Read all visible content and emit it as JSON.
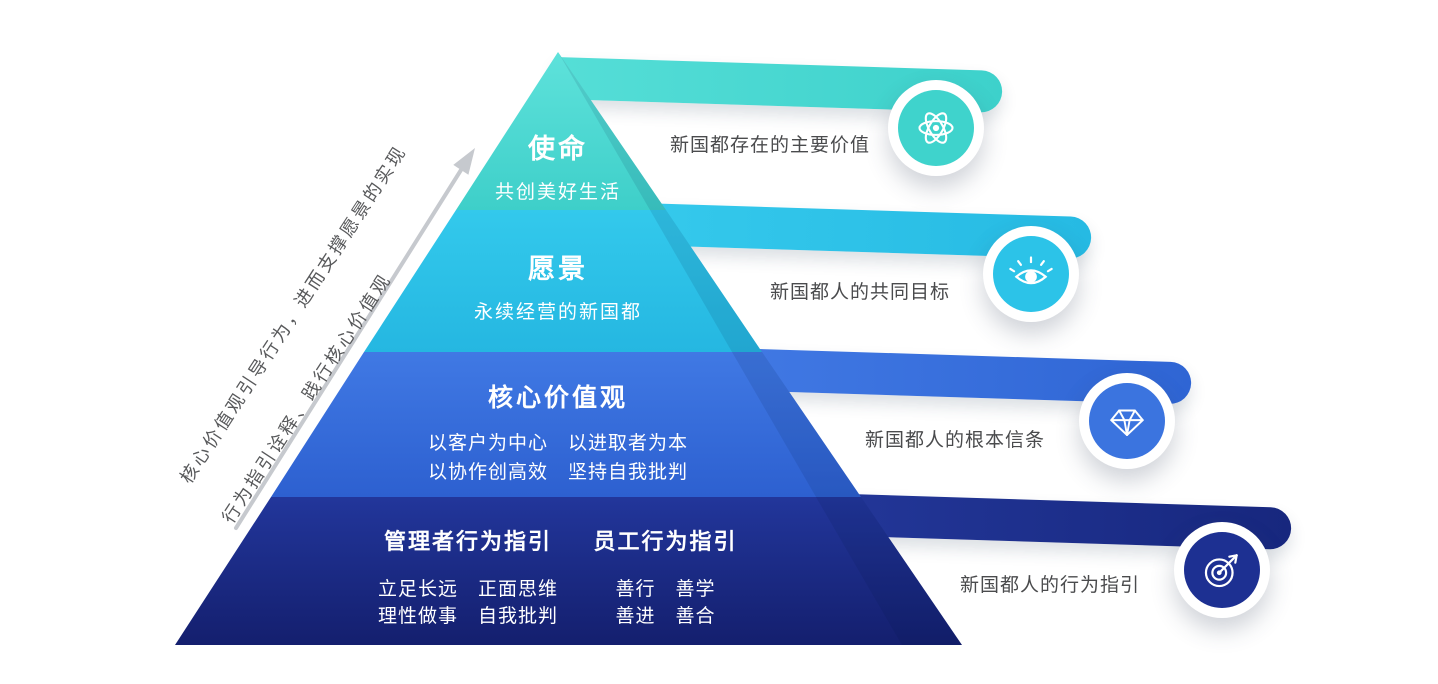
{
  "colors": {
    "level1_teal": "#4bd6d0",
    "level2_cyan": "#2bc1e7",
    "level3_blue": "#3a71dd",
    "level4_navy": "#1b2d8d",
    "arrow_gray": "#c6c9ce",
    "label_text": "#4a4b4d"
  },
  "annotation": {
    "line1": "核心价值观引导行为，进而支撑愿景的实现",
    "line2": "行为指引诠释、践行核心价值观"
  },
  "pyramid": {
    "levels": [
      {
        "title": "使命",
        "subtitle": "共创美好生活"
      },
      {
        "title": "愿景",
        "subtitle": "永续经营的新国都"
      },
      {
        "title": "核心价值观",
        "line1": "以客户为中心　以进取者为本",
        "line2": "以协作创高效　坚持自我批判"
      },
      {
        "left_title": "管理者行为指引",
        "left_line1": "立足长远　正面思维",
        "left_line2": "理性做事　自我批判",
        "right_title": "员工行为指引",
        "right_line1": "善行　善学",
        "right_line2": "善进　善合"
      }
    ]
  },
  "ribbons": [
    {
      "label": "新国都存在的主要价值",
      "icon": "atom-icon"
    },
    {
      "label": "新国都人的共同目标",
      "icon": "eye-icon"
    },
    {
      "label": "新国都人的根本信条",
      "icon": "diamond-icon"
    },
    {
      "label": "新国都人的行为指引",
      "icon": "target-icon"
    }
  ]
}
